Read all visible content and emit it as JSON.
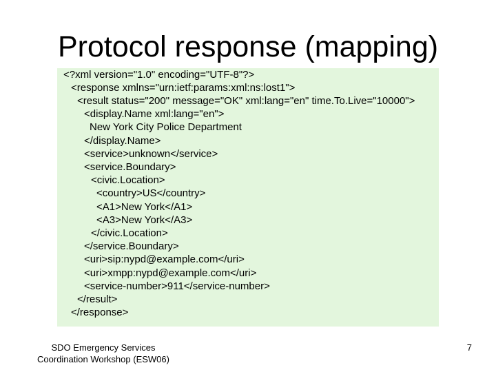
{
  "slide": {
    "title": "Protocol response (mapping)",
    "code_lines": [
      "<?xml version=\"1.0\" encoding=\"UTF-8\"?>",
      "<response xmlns=\"urn:ietf:params:xml:ns:lost1\">",
      "<result status=\"200\" message=\"OK\" xml:lang=\"en\" time.To.Live=\"10000\">",
      "<display.Name xml:lang=\"en\">",
      "New York City Police Department",
      "</display.Name>",
      "<service>unknown</service>",
      "<service.Boundary>",
      "<civic.Location>",
      "<country>US</country>",
      "<A1>New York</A1>",
      "<A3>New York</A3>",
      "</civic.Location>",
      "</service.Boundary>",
      "<uri>sip:nypd@example.com</uri>",
      "<uri>xmpp:nypd@example.com</uri>",
      "<service-number>911</service-number>",
      "</result>",
      "</response>"
    ],
    "footer_line1": "SDO Emergency Services",
    "footer_line2": "Coordination Workshop (ESW06)",
    "page_number": "7",
    "code_background": "#e3f6dd"
  }
}
